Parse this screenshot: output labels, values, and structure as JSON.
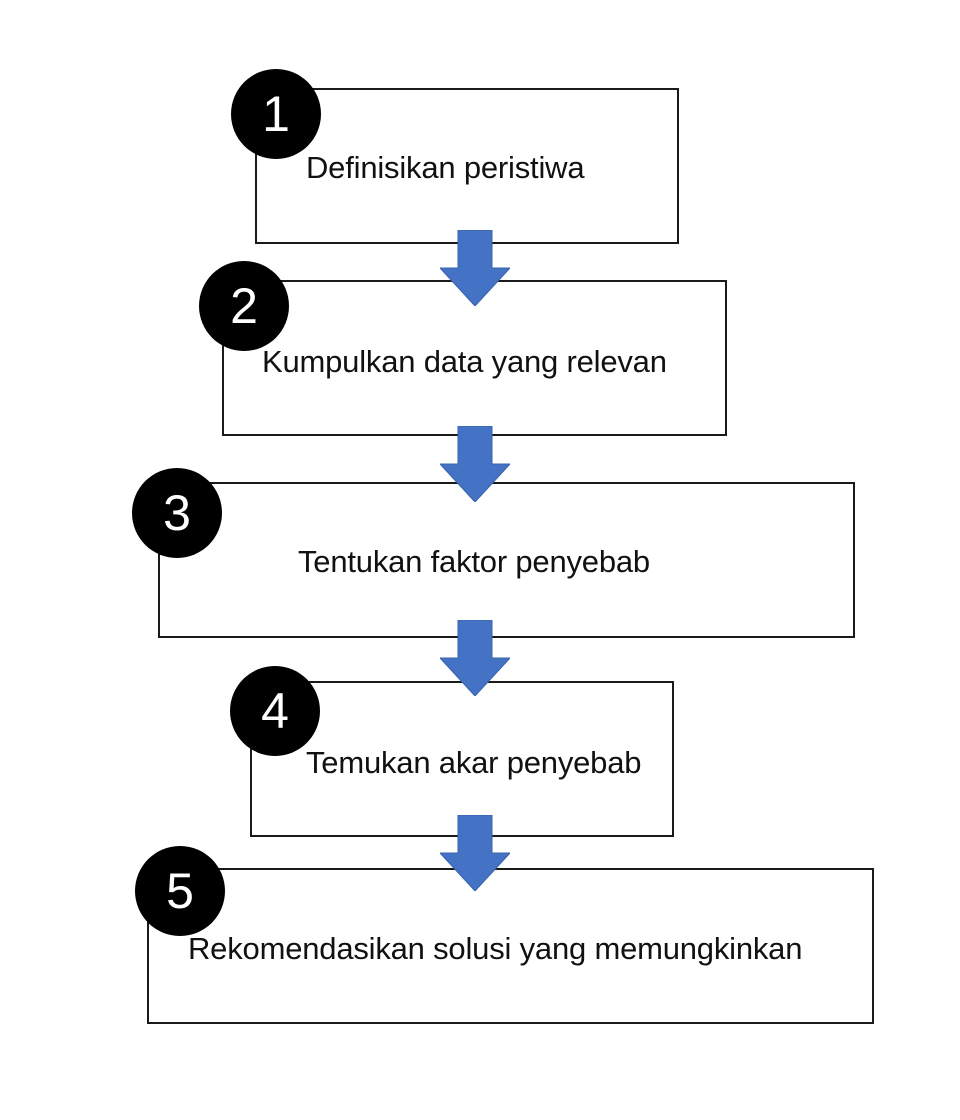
{
  "steps": [
    {
      "number": "1",
      "label": "Definisikan peristiwa"
    },
    {
      "number": "2",
      "label": "Kumpulkan data yang relevan"
    },
    {
      "number": "3",
      "label": "Tentukan faktor penyebab"
    },
    {
      "number": "4",
      "label": "Temukan akar penyebab"
    },
    {
      "number": "5",
      "label": "Rekomendasikan solusi yang memungkinkan"
    }
  ],
  "colors": {
    "arrow": "#4472C4",
    "badge": "#000000",
    "border": "#1a1a1a"
  },
  "icons": {
    "flow_arrow": "down-arrow-icon"
  }
}
